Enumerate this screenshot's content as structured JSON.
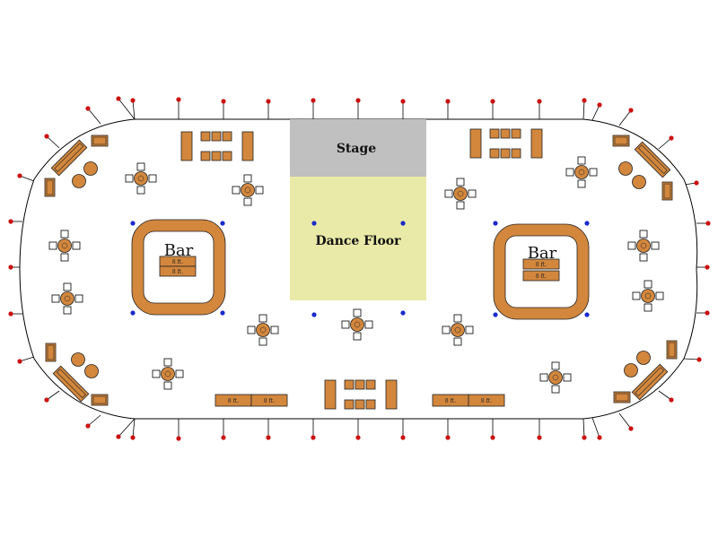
{
  "stage": {
    "label": "Stage",
    "color": "#c0c0c0"
  },
  "dance_floor": {
    "label": "Dance Floor",
    "color": "#eaeaa8"
  },
  "bars": [
    {
      "label": "Bar",
      "counter_label": "8 ft."
    },
    {
      "label": "Bar",
      "counter_label": "8 ft."
    }
  ],
  "table_label": "8 ft.",
  "colors": {
    "wood": "#d2873d",
    "pole": "#cc1111",
    "light": "#1a2acc",
    "chair": "#ffffff",
    "outline": "#000000"
  }
}
